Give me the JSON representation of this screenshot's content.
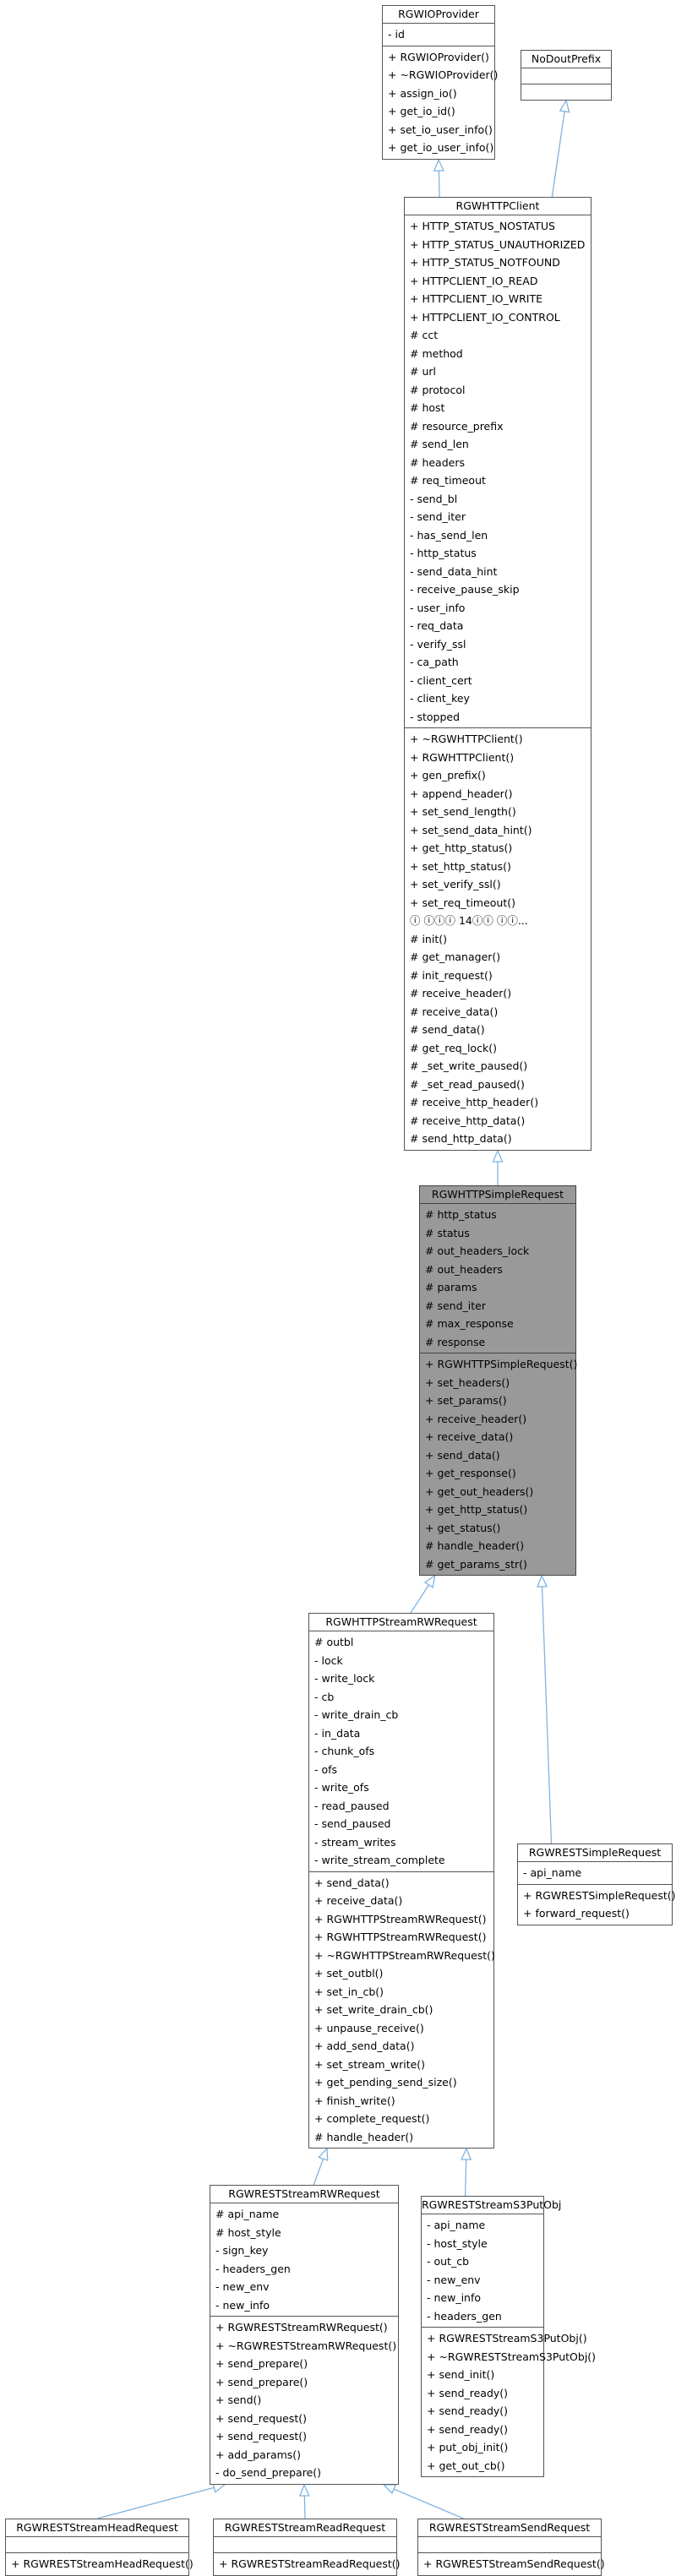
{
  "classes": [
    {
      "id": "rgwioprovider",
      "name": "RGWIOProvider",
      "attributes": [
        "- id"
      ],
      "methods": [
        "+ RGWIOProvider()",
        "+ ~RGWIOProvider()",
        "+ assign_io()",
        "+ get_io_id()",
        "+ set_io_user_info()",
        "+ get_io_user_info()"
      ]
    },
    {
      "id": "nodoutprefix",
      "name": "NoDoutPrefix",
      "attributes": [],
      "methods": []
    },
    {
      "id": "rgwhttpclient",
      "name": "RGWHTTPClient",
      "attributes": [
        "+ HTTP_STATUS_NOSTATUS",
        "+ HTTP_STATUS_UNAUTHORIZED",
        "+ HTTP_STATUS_NOTFOUND",
        "+ HTTPCLIENT_IO_READ",
        "+ HTTPCLIENT_IO_WRITE",
        "+ HTTPCLIENT_IO_CONTROL",
        "# cct",
        "# method",
        "# url",
        "# protocol",
        "# host",
        "# resource_prefix",
        "# send_len",
        "# headers",
        "# req_timeout",
        "- send_bl",
        "- send_iter",
        "- has_send_len",
        "- http_status",
        "- send_data_hint",
        "- receive_pause_skip",
        "- user_info",
        "- req_data",
        "- verify_ssl",
        "- ca_path",
        "- client_cert",
        "- client_key",
        "- stopped"
      ],
      "methods": [
        "+ ~RGWHTTPClient()",
        "+ RGWHTTPClient()",
        "+ gen_prefix()",
        "+ append_header()",
        "+ set_send_length()",
        "+ set_send_data_hint()",
        "+ get_http_status()",
        "+ set_http_status()",
        "+ set_verify_ssl()",
        "+ set_req_timeout()",
        "ⓘ ⓘⓘⓘ 14ⓘⓘ ⓘⓘ...",
        "# init()",
        "# get_manager()",
        "# init_request()",
        "# receive_header()",
        "# receive_data()",
        "# send_data()",
        "# get_req_lock()",
        "# _set_write_paused()",
        "# _set_read_paused()",
        "# receive_http_header()",
        "# receive_http_data()",
        "# send_http_data()"
      ]
    },
    {
      "id": "rgwhttpsimplerequest",
      "name": "RGWHTTPSimpleRequest",
      "highlight": true,
      "attributes": [
        "# http_status",
        "# status",
        "# out_headers_lock",
        "# out_headers",
        "# params",
        "# send_iter",
        "# max_response",
        "# response"
      ],
      "methods": [
        "+ RGWHTTPSimpleRequest()",
        "+ set_headers()",
        "+ set_params()",
        "+ receive_header()",
        "+ receive_data()",
        "+ send_data()",
        "+ get_response()",
        "+ get_out_headers()",
        "+ get_http_status()",
        "+ get_status()",
        "# handle_header()",
        "# get_params_str()"
      ]
    },
    {
      "id": "rgwhttpstreamrwrequest",
      "name": "RGWHTTPStreamRWRequest",
      "attributes": [
        "# outbl",
        "- lock",
        "- write_lock",
        "- cb",
        "- write_drain_cb",
        "- in_data",
        "- chunk_ofs",
        "- ofs",
        "- write_ofs",
        "- read_paused",
        "- send_paused",
        "- stream_writes",
        "- write_stream_complete"
      ],
      "methods": [
        "+ send_data()",
        "+ receive_data()",
        "+ RGWHTTPStreamRWRequest()",
        "+ RGWHTTPStreamRWRequest()",
        "+ ~RGWHTTPStreamRWRequest()",
        "+ set_outbl()",
        "+ set_in_cb()",
        "+ set_write_drain_cb()",
        "+ unpause_receive()",
        "+ add_send_data()",
        "+ set_stream_write()",
        "+ get_pending_send_size()",
        "+ finish_write()",
        "+ complete_request()",
        "# handle_header()"
      ]
    },
    {
      "id": "rgwrestsimplerequest",
      "name": "RGWRESTSimpleRequest",
      "attributes": [
        "- api_name"
      ],
      "methods": [
        "+ RGWRESTSimpleRequest()",
        "+ forward_request()"
      ]
    },
    {
      "id": "rgwreststreamrwrequest",
      "name": "RGWRESTStreamRWRequest",
      "attributes": [
        "# api_name",
        "# host_style",
        "- sign_key",
        "- headers_gen",
        "- new_env",
        "- new_info"
      ],
      "methods": [
        "+ RGWRESTStreamRWRequest()",
        "+ ~RGWRESTStreamRWRequest()",
        "+ send_prepare()",
        "+ send_prepare()",
        "+ send()",
        "+ send_request()",
        "+ send_request()",
        "+ add_params()",
        "- do_send_prepare()"
      ]
    },
    {
      "id": "rgwreststreams3putobj",
      "name": "RGWRESTStreamS3PutObj",
      "attributes": [
        "- api_name",
        "- host_style",
        "- out_cb",
        "- new_env",
        "- new_info",
        "- headers_gen"
      ],
      "methods": [
        "+ RGWRESTStreamS3PutObj()",
        "+ ~RGWRESTStreamS3PutObj()",
        "+ send_init()",
        "+ send_ready()",
        "+ send_ready()",
        "+ send_ready()",
        "+ put_obj_init()",
        "+ get_out_cb()"
      ]
    },
    {
      "id": "rgwreststreamheadrequest",
      "name": "RGWRESTStreamHeadRequest",
      "attributes": [],
      "methods": [
        "+ RGWRESTStreamHeadRequest()"
      ]
    },
    {
      "id": "rgwreststreamreadrequest",
      "name": "RGWRESTStreamReadRequest",
      "attributes": [],
      "methods": [
        "+ RGWRESTStreamReadRequest()"
      ]
    },
    {
      "id": "rgwreststreamsendrequest",
      "name": "RGWRESTStreamSendRequest",
      "attributes": [],
      "methods": [
        "+ RGWRESTStreamSendRequest()"
      ]
    }
  ],
  "colors": {
    "edge": "#7fb3e0",
    "box_border": "#555555",
    "highlight_fill": "#999999"
  }
}
